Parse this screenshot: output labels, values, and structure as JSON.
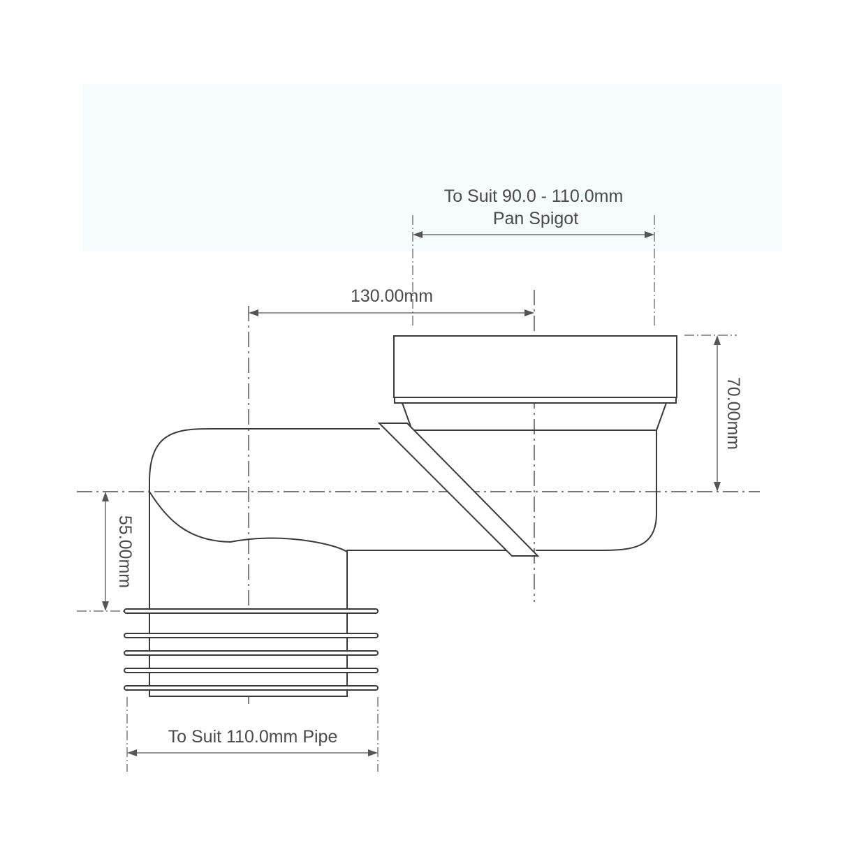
{
  "dimensions": {
    "pan_spigot_line1": "To Suit 90.0 - 110.0mm",
    "pan_spigot_line2": "Pan Spigot",
    "offset": "130.00mm",
    "height": "70.00mm",
    "drop": "55.00mm",
    "pipe": "To Suit 110.0mm Pipe"
  }
}
